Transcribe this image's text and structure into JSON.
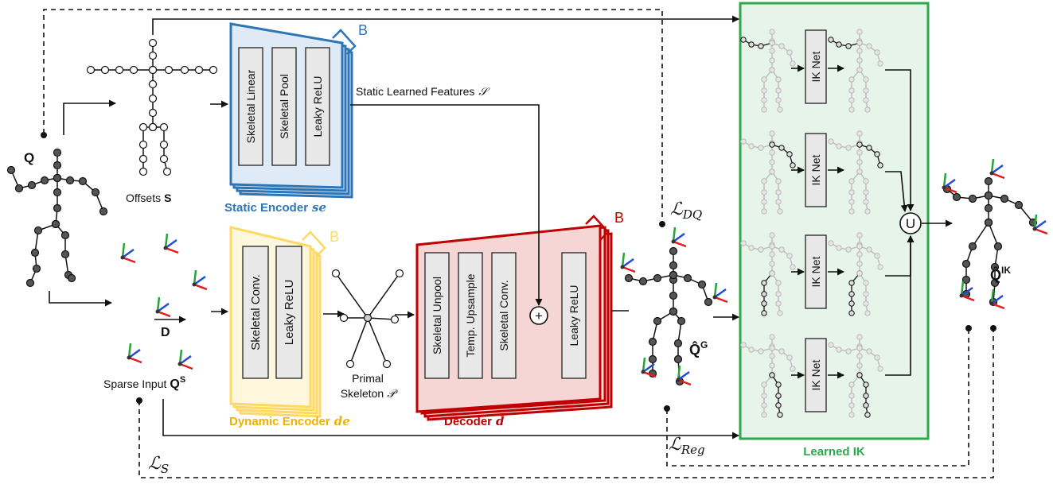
{
  "labels": {
    "q": "Q",
    "offsets": "Offsets",
    "offsets_sym": "S",
    "sparse_input": "Sparse Input",
    "sparse_sym": "Q",
    "sparse_sup": "S",
    "d": "D",
    "static_features": "Static Learned Features",
    "static_features_sym": "𝒮",
    "primal_l1": "Primal",
    "primal_l2": "Skeleton",
    "primal_sym": "𝒫",
    "b": "B",
    "q_g": "Q̂",
    "q_g_sup": "G",
    "q_ik": "Q̂",
    "q_ik_sup": "IK",
    "union": "U",
    "plus": "+"
  },
  "losses": {
    "dq": "ℒ",
    "dq_sub": "DQ",
    "reg": "ℒ",
    "reg_sub": "Reg",
    "s": "ℒ",
    "s_sub": "S"
  },
  "static_encoder": {
    "title": "Static Encoder",
    "title_sym": "se",
    "layers": [
      "Skeletal Linear",
      "Skeletal Pool",
      "Leaky ReLU"
    ]
  },
  "dynamic_encoder": {
    "title": "Dynamic Encoder",
    "title_sym": "de",
    "layers": [
      "Skeletal Conv.",
      "Leaky ReLU"
    ]
  },
  "decoder": {
    "title": "Decoder",
    "title_sym": "d",
    "layers": [
      "Skeletal Unpool",
      "Temp. Upsample",
      "Skeletal Conv.",
      "Leaky ReLU"
    ]
  },
  "learned_ik": {
    "title": "Learned IK",
    "net_label": "IK Net",
    "nets": [
      "IK Net",
      "IK Net",
      "IK Net",
      "IK Net"
    ]
  },
  "colors": {
    "static": "#2e75b6",
    "static_fill": "#deebf7",
    "dynamic": "#ffd966",
    "dynamic_title": "#f2b000",
    "dynamic_fill": "#fff7dd",
    "decoder": "#c00000",
    "decoder_fill": "#f6d5d5",
    "ik": "#2ea84a",
    "ik_fill": "#e6f4ea",
    "layer_fill": "#e8e8e8",
    "joint_dark": "#555555",
    "joint_light": "#c8c8c8",
    "axis_red": "#e31b1b",
    "axis_green": "#27a33a",
    "axis_blue": "#1f4fd1"
  }
}
